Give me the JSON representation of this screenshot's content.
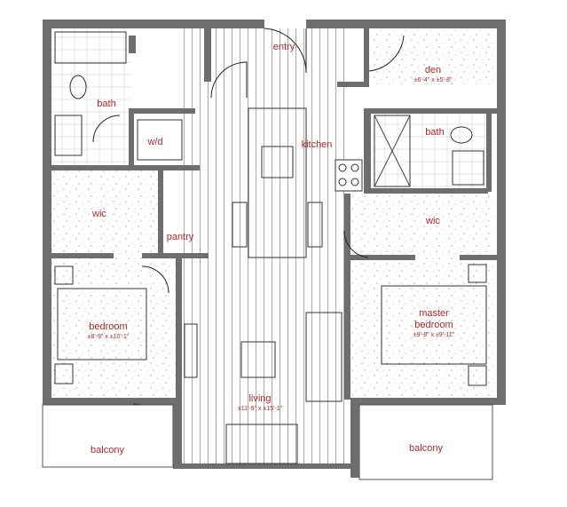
{
  "rooms": {
    "entry": {
      "label": "entry"
    },
    "den": {
      "label": "den",
      "dimensions": "±6'-4\" x ±5'-8\""
    },
    "kitchen": {
      "label": "kitchen"
    },
    "bath_left": {
      "label": "bath"
    },
    "bath_right": {
      "label": "bath"
    },
    "wd": {
      "label": "w/d"
    },
    "wic_left": {
      "label": "wic"
    },
    "wic_right": {
      "label": "wic"
    },
    "pantry": {
      "label": "pantry"
    },
    "bedroom": {
      "label": "bedroom",
      "dimensions": "±8'-9\" x ±10'-1\""
    },
    "master_bedroom": {
      "label_line1": "master",
      "label_line2": "bedroom",
      "dimensions": "±9'-8\" x ±9'-11\""
    },
    "living": {
      "label": "living",
      "dimensions": "±11'-9\" x ±15'-1\""
    },
    "balcony_left": {
      "label": "balcony"
    },
    "balcony_right": {
      "label": "balcony"
    }
  },
  "colors": {
    "label": "#b0282a",
    "wall": "#6e6e6e"
  }
}
